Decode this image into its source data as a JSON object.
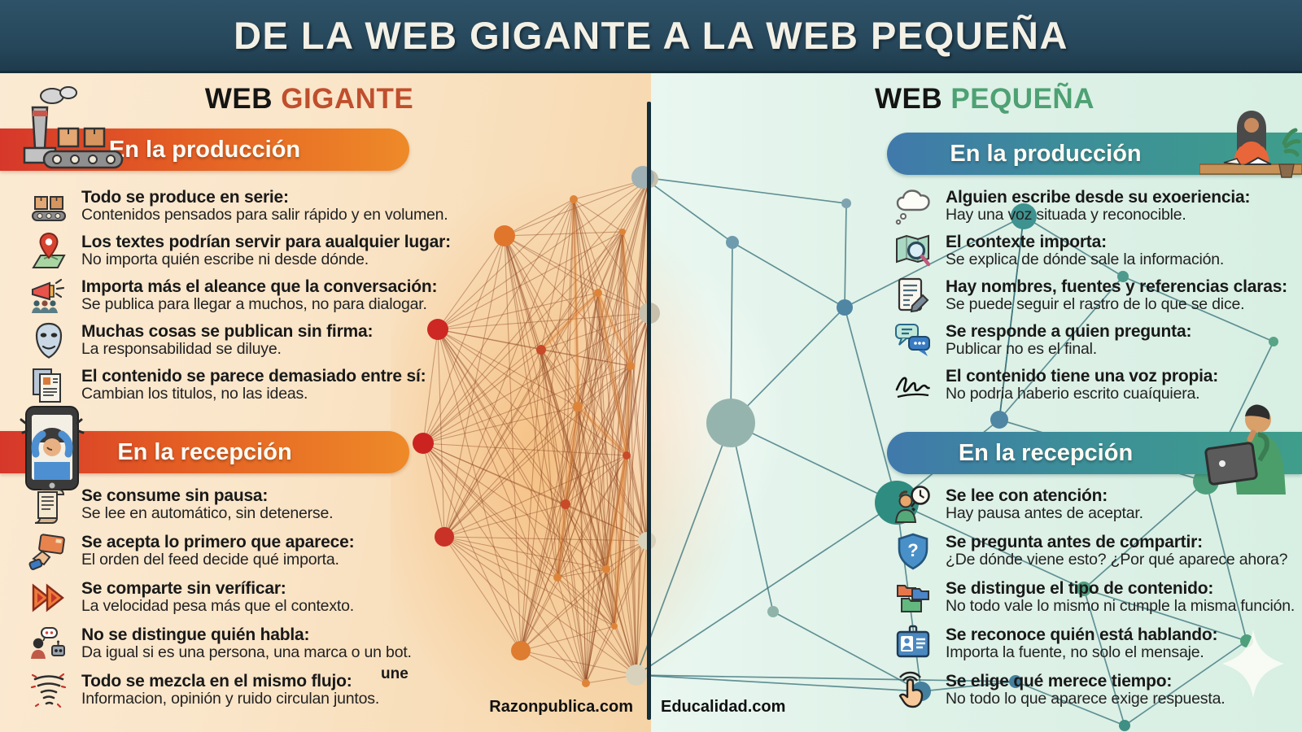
{
  "title": "DE LA WEB GIGANTE A LA WEB PEQUEÑA",
  "colors": {
    "titlebar": "#27485C",
    "left_accent": "#BF4F2D",
    "right_accent": "#4EA173",
    "left_banner_gradient": [
      "#D6372A",
      "#EE8A28"
    ],
    "right_banner_gradient": [
      "#4079AB",
      "#3F9E8B"
    ],
    "left_background": "#FAE5C8",
    "right_background": "#E0F2E9",
    "left_nodes": [
      "#CC2823",
      "#E07A2E"
    ],
    "right_nodes": [
      "#4E86A4",
      "#2F8C80",
      "#4EA07C"
    ]
  },
  "left": {
    "header_prefix": "WEB",
    "header_name": "GIGANTE",
    "sections": [
      {
        "banner": "En la producción",
        "items": [
          {
            "icon": "conveyor-boxes-icon",
            "title": "Todo se produce en serie:",
            "desc": "Contenidos pensados para salir rápido y en volumen."
          },
          {
            "icon": "location-pin-icon",
            "title": "Los textes podrían servir para aualquier lugar:",
            "desc": "No importa quién escribe ni desde dónde."
          },
          {
            "icon": "megaphone-crowd-icon",
            "title": "Importa más el aleance que la conversación:",
            "desc": "Se publica para llegar a muchos, no para dialogar."
          },
          {
            "icon": "mask-icon",
            "title": "Muchas cosas se publican sin firma:",
            "desc": "La responsabilidad se diluye."
          },
          {
            "icon": "duplicated-documents-icon",
            "title": "El contenido se parece demasiado entre sí:",
            "desc": "Cambian los titulos, no las ideas."
          }
        ]
      },
      {
        "banner": "En la recepción",
        "items": [
          {
            "icon": "scroll-icon",
            "title": "Se consume sin pausa:",
            "desc": "Se lee en automático, sin detenerse."
          },
          {
            "icon": "hand-card-icon",
            "title": "Se acepta lo primero que aparece:",
            "desc": "El orden del feed decide qué importa."
          },
          {
            "icon": "fast-forward-icon",
            "title": "Se comparte sin veríficar:",
            "desc": "La velocidad pesa más que el contexto."
          },
          {
            "icon": "person-bot-icon",
            "title": "No se distingue quién habla:",
            "desc": "Da igual si es una persona, una marca o un bot."
          },
          {
            "icon": "whirlwind-icon",
            "title": "Todo se mezcla en el mismo flujo:",
            "desc": "Informacion, opinión y ruido circulan juntos."
          }
        ]
      }
    ]
  },
  "right": {
    "header_prefix": "WEB",
    "header_name": "PEQUEÑA",
    "sections": [
      {
        "banner": "En la producción",
        "items": [
          {
            "icon": "thought-cloud-icon",
            "title": "Alguien escribe desde su exoeriencia:",
            "desc": "Hay una voz situada y reconocible."
          },
          {
            "icon": "map-magnifier-icon",
            "title": "El contexte importa:",
            "desc": "Se explica de dónde sale la información."
          },
          {
            "icon": "document-pen-icon",
            "title": "Hay nombres, fuentes y referencias claras:",
            "desc": "Se puede seguir el rastro de lo que se dice."
          },
          {
            "icon": "chat-bubbles-icon",
            "title": "Se responde a quien pregunta:",
            "desc": "Publicar no es el final."
          },
          {
            "icon": "signature-icon",
            "title": "El contenido tiene una voz propia:",
            "desc": "No podria haberio escrito cuaíquiera."
          }
        ]
      },
      {
        "banner": "En la recepción",
        "items": [
          {
            "icon": "person-clock-icon",
            "title": "Se lee con atención:",
            "desc": "Hay pausa antes de aceptar."
          },
          {
            "icon": "shield-question-icon",
            "title": "Se pregunta antes de compartir:",
            "desc": "¿De dónde viene esto? ¿Por qué aparece ahora?"
          },
          {
            "icon": "folders-icon",
            "title": "Se distingue el tipo de contenido:",
            "desc": "No todo vale lo mismo ni cumple la misma función."
          },
          {
            "icon": "id-badge-icon",
            "title": "Se reconoce quién está hablando:",
            "desc": "Importa la fuente, no solo el mensaje."
          },
          {
            "icon": "tap-finger-icon",
            "title": "Se elige qué merece tiempo:",
            "desc": "No todo lo que aparece exige respuesta."
          }
        ]
      }
    ]
  },
  "stray_text": "une",
  "footer": {
    "left_site": "Razonpublica.com",
    "right_site": "Educalidad.com"
  }
}
